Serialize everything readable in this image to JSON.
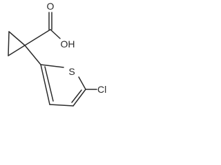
{
  "molecule": {
    "atoms": {
      "hydroxyl": "OH",
      "carbonyl_oxygen": "O",
      "sulfur": "S",
      "chlorine": "Cl"
    },
    "colors": {
      "bond": "#2a2a2a",
      "label": "#2a2a2a",
      "background": "#ffffff"
    }
  }
}
